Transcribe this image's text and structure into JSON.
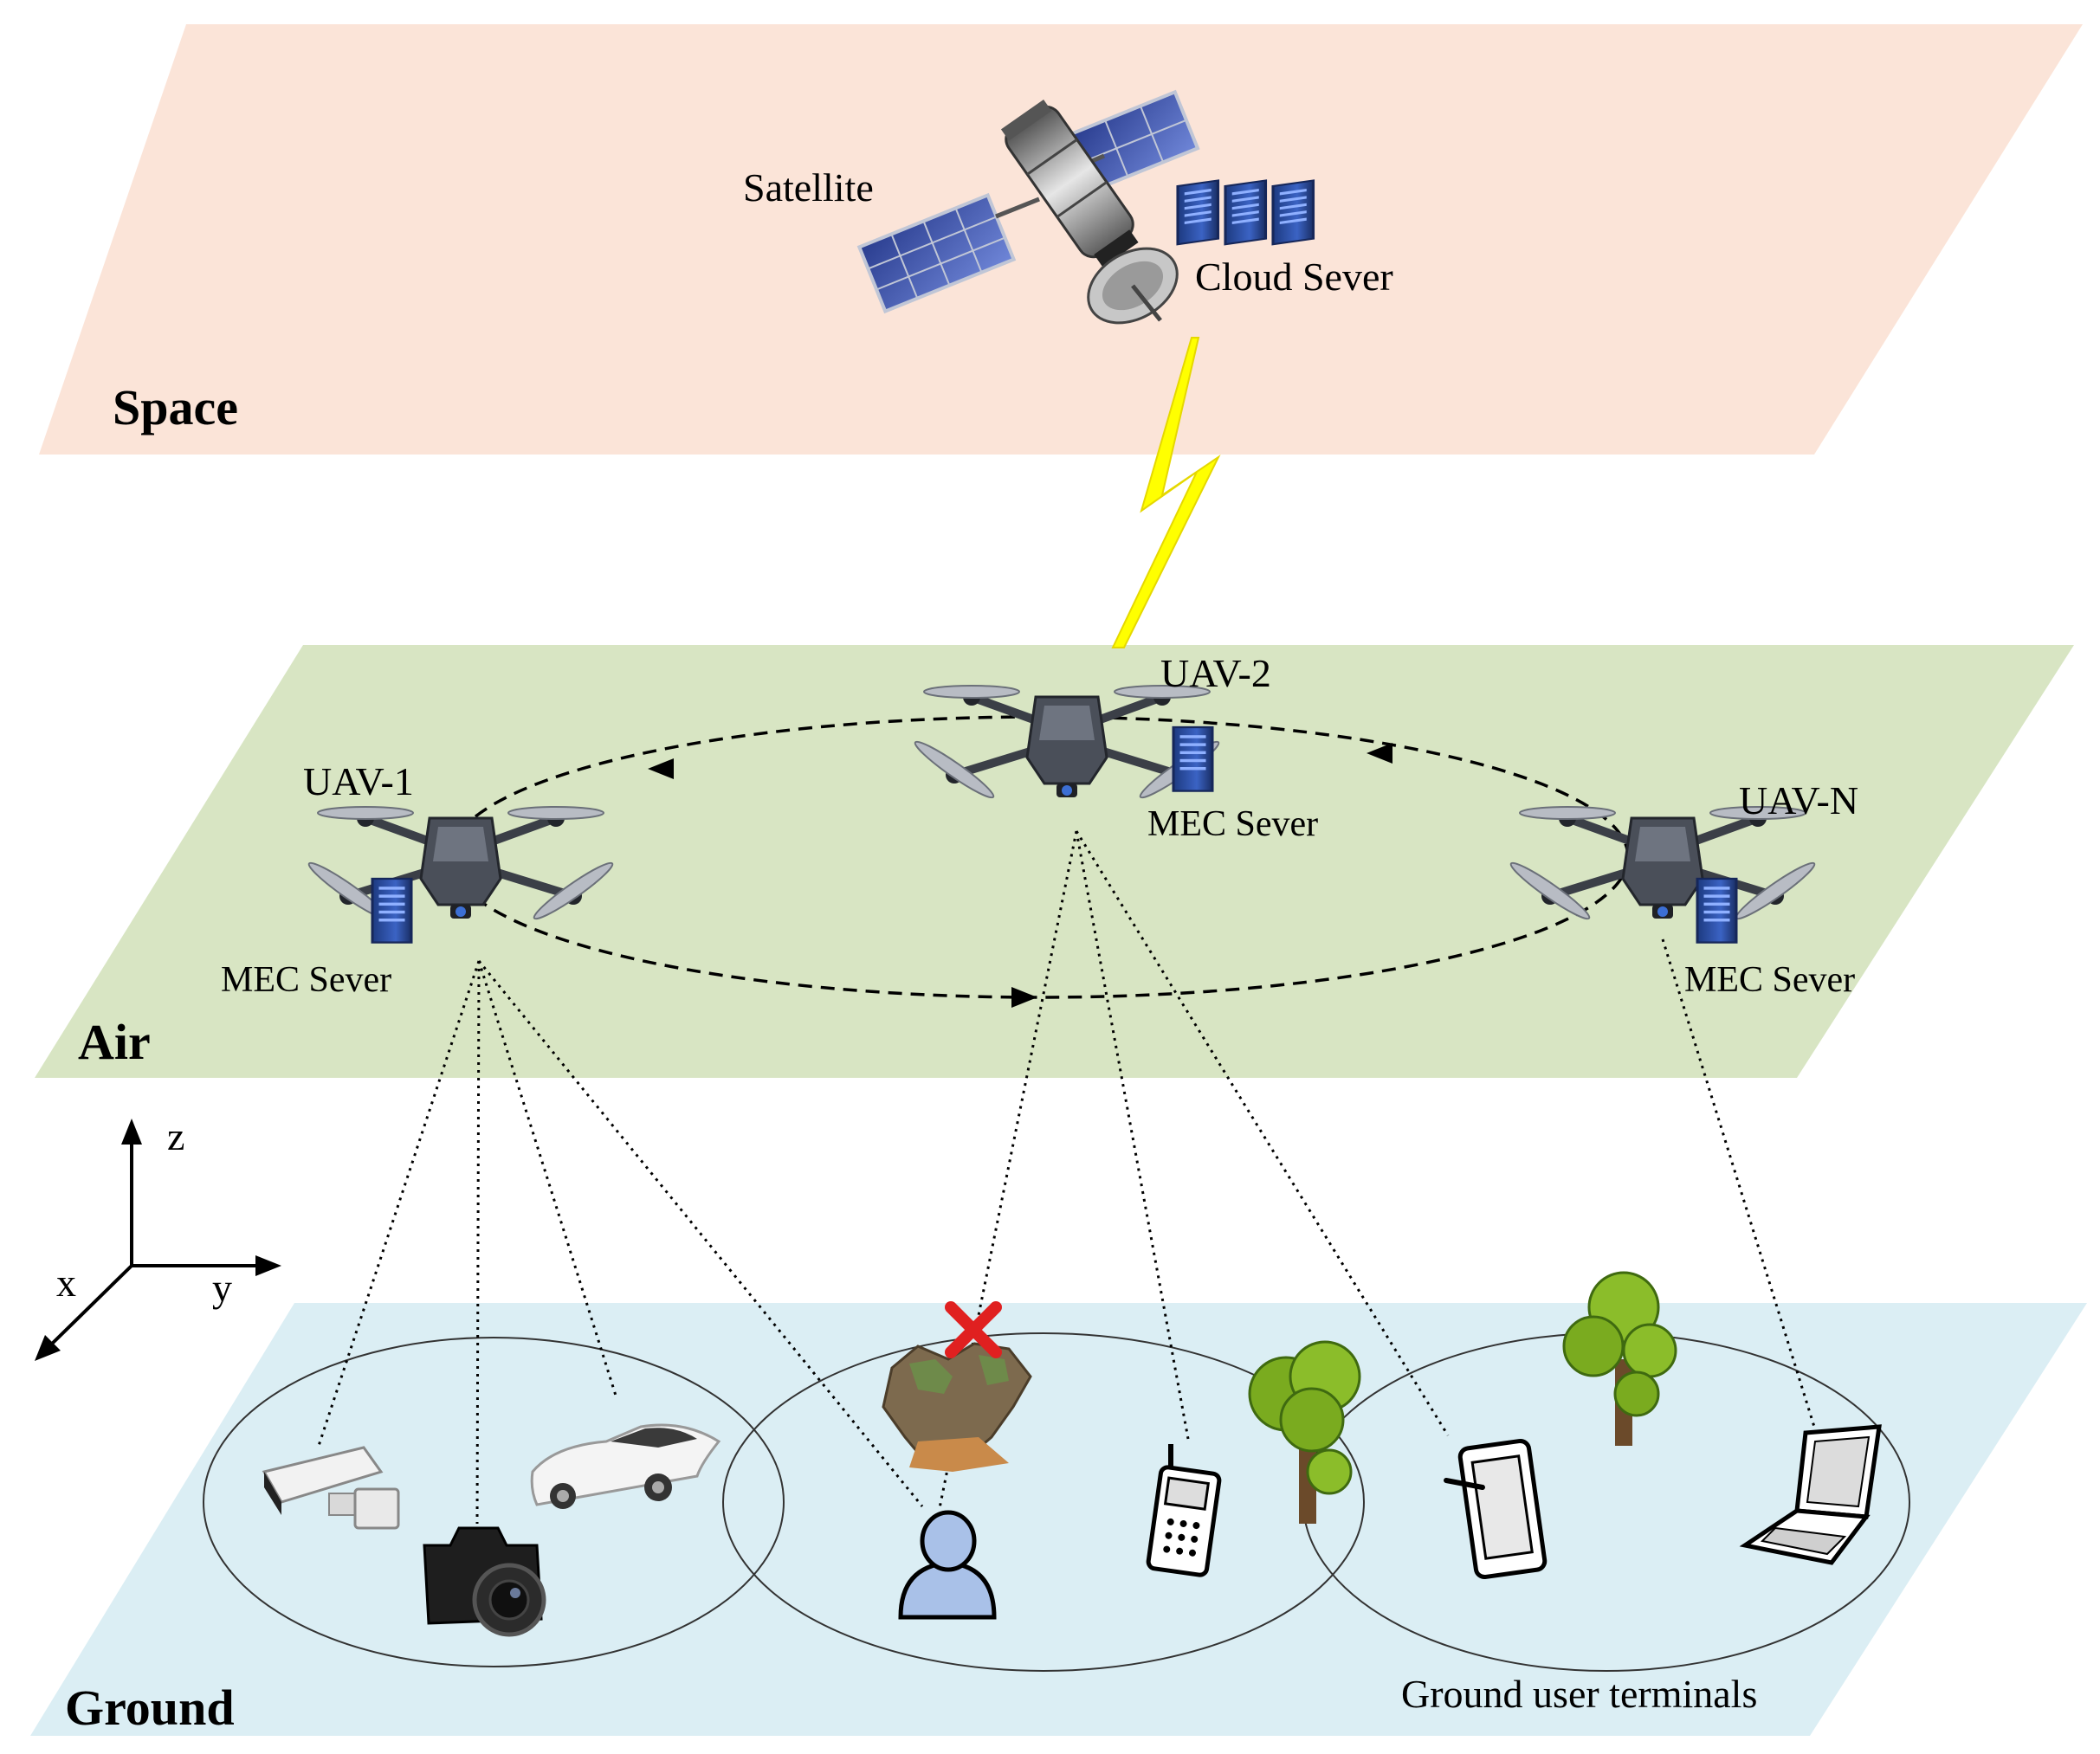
{
  "layers": {
    "space": {
      "label": "Space",
      "color": "#fbe4d8"
    },
    "air": {
      "label": "Air",
      "color": "#d8e5c3"
    },
    "ground": {
      "label": "Ground",
      "color": "#dbeef4"
    }
  },
  "space": {
    "satellite_label": "Satellite",
    "cloud_server_label": "Cloud Sever"
  },
  "air": {
    "uavs": [
      {
        "label": "UAV-1",
        "server_label": "MEC Sever"
      },
      {
        "label": "UAV-2",
        "server_label": "MEC Sever"
      },
      {
        "label": "UAV-N",
        "server_label": "MEC Sever"
      }
    ]
  },
  "axes": {
    "z": "z",
    "x": "x",
    "y": "y"
  },
  "ground": {
    "label": "Ground user terminals",
    "devices": [
      "surveillance-camera",
      "digital-camera",
      "car",
      "user",
      "mobile-phone",
      "tablet",
      "laptop"
    ],
    "obstacle": "rockfall-blocked-link"
  },
  "colors": {
    "link_bolt": "#ffff00",
    "blocked_mark": "#e02020",
    "server_blue": "#2f4f9f"
  }
}
